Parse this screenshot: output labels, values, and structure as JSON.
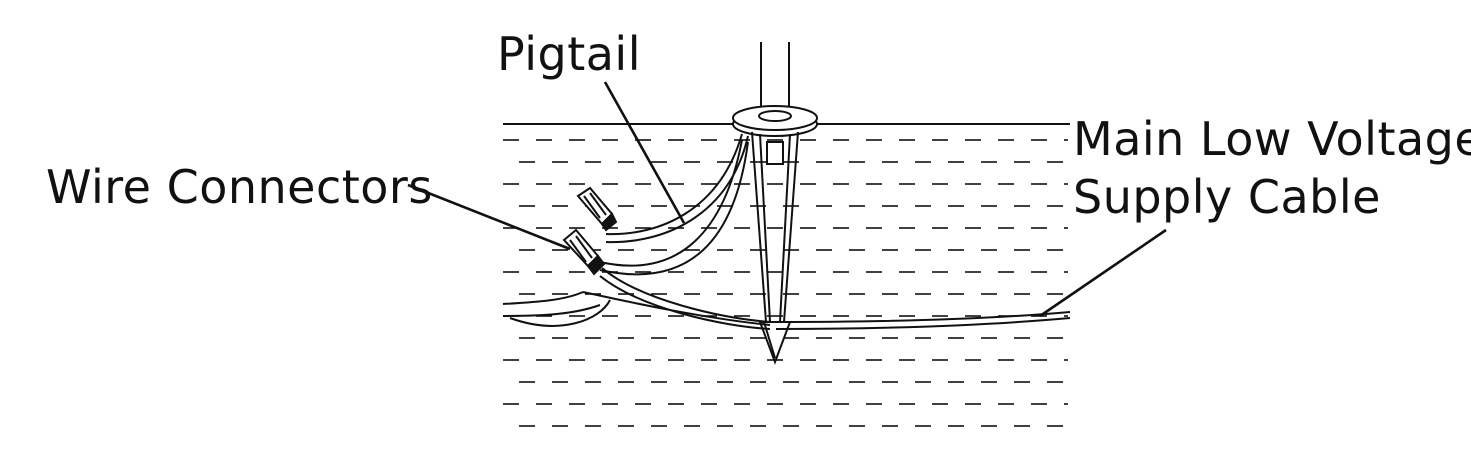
{
  "labels": {
    "pigtail": "Pigtail",
    "wire_connectors": "Wire Connectors",
    "cable_line1": "Main Low Voltage",
    "cable_line2": "Supply Cable"
  },
  "colors": {
    "ink": "#111111",
    "background": "#ffffff"
  }
}
